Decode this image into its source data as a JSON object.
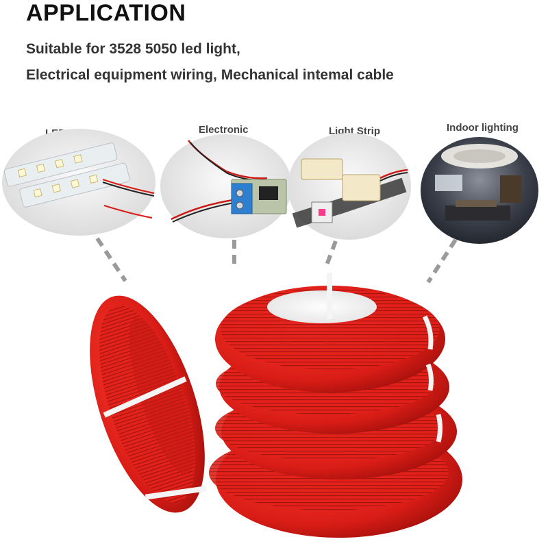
{
  "heading": "APPLICATION",
  "subtitle_line1": "Suitable for 3528 5050 led light,",
  "subtitle_line2": "Electrical equipment wiring, Mechanical intemal cable",
  "categories": [
    {
      "label": "LED Lamps"
    },
    {
      "label": "Electronic"
    },
    {
      "label": "Light Strip"
    },
    {
      "label": "Indoor lighting"
    }
  ],
  "colors": {
    "wire_red": "#e8231f",
    "wire_dark_red": "#a81410",
    "wire_black": "#2a1a1a",
    "tie_white": "#f4f4f4",
    "text_dark": "#111111",
    "text_sub": "#333333"
  }
}
